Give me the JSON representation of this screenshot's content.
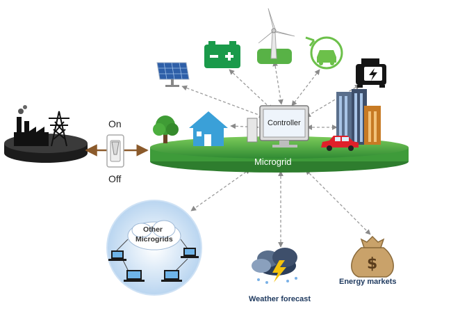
{
  "labels": {
    "switch_on": "On",
    "switch_off": "Off",
    "controller": "Controller",
    "microgrid": "Microgrid",
    "other_microgrids_line1": "Other",
    "other_microgrids_line2": "Microgrids",
    "weather_forecast": "Weather forecast",
    "energy_markets": "Energy markets"
  },
  "icons": {
    "solar": "solar-panel-icon",
    "battery": "battery-icon",
    "wind": "wind-turbine-icon",
    "ev_charger": "ev-charger-icon",
    "generator": "generator-icon",
    "tree": "tree-icon",
    "house": "house-icon",
    "buildings": "buildings-icon",
    "car": "car-icon",
    "factory": "factory-icon",
    "pylon": "power-pylon-icon",
    "weather": "weather-cloud-icon",
    "money_bag": "money-bag-icon",
    "laptop": "laptop-icon",
    "computer": "computer-icon"
  },
  "colors": {
    "platform_green": "#3e9b3a",
    "platform_top": "#5fbd4f",
    "icon_green": "#1a9a4a",
    "house_blue": "#3aa0d8",
    "cloud_blue": "#cfe2f5",
    "arrow_brown": "#8b5a2b",
    "dashed_gray": "#9a9a9a",
    "car_red": "#e0202a"
  }
}
